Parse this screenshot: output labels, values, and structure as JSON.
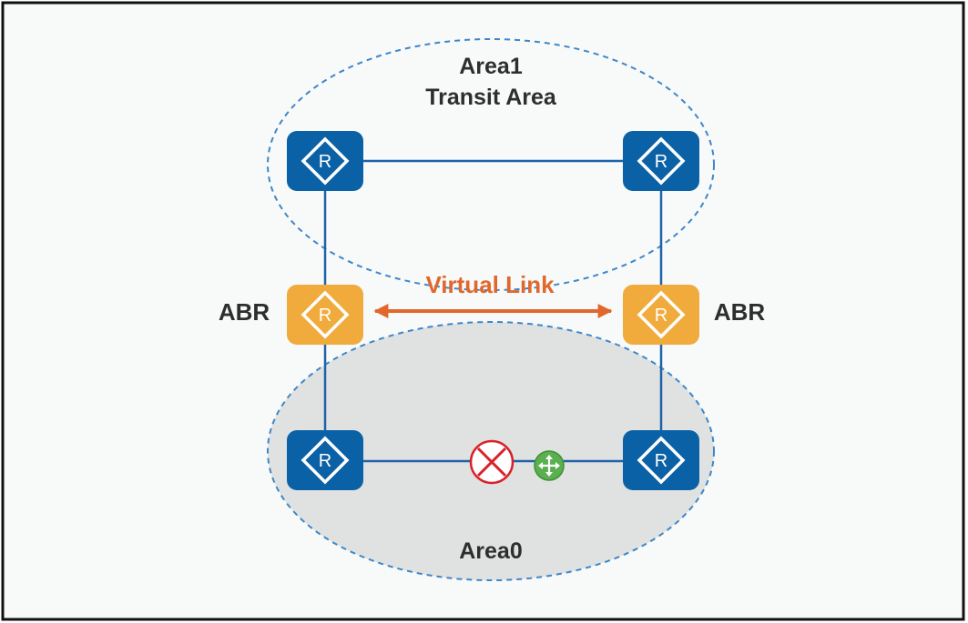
{
  "areas": {
    "area1": {
      "name": "Area1",
      "subtitle": "Transit Area"
    },
    "area0": {
      "name": "Area0"
    }
  },
  "abr": {
    "left": "ABR",
    "right": "ABR"
  },
  "virtual_link": {
    "label": "Virtual Link"
  },
  "router_glyph": "R",
  "icons": {
    "router": "router-icon",
    "link_failure": "x-circle-icon",
    "move_cursor": "move-cursor-icon"
  },
  "colors": {
    "router_blue": "#0b61a6",
    "abr_orange": "#f0ab3c",
    "virtual_link": "#e2672c",
    "link_line": "#1e62a8",
    "area_border": "#3f86c8",
    "area0_fill": "#e0e2e1",
    "failure_red": "#d92128",
    "cursor_green": "#5ab04e",
    "canvas": "#f7faf9"
  }
}
